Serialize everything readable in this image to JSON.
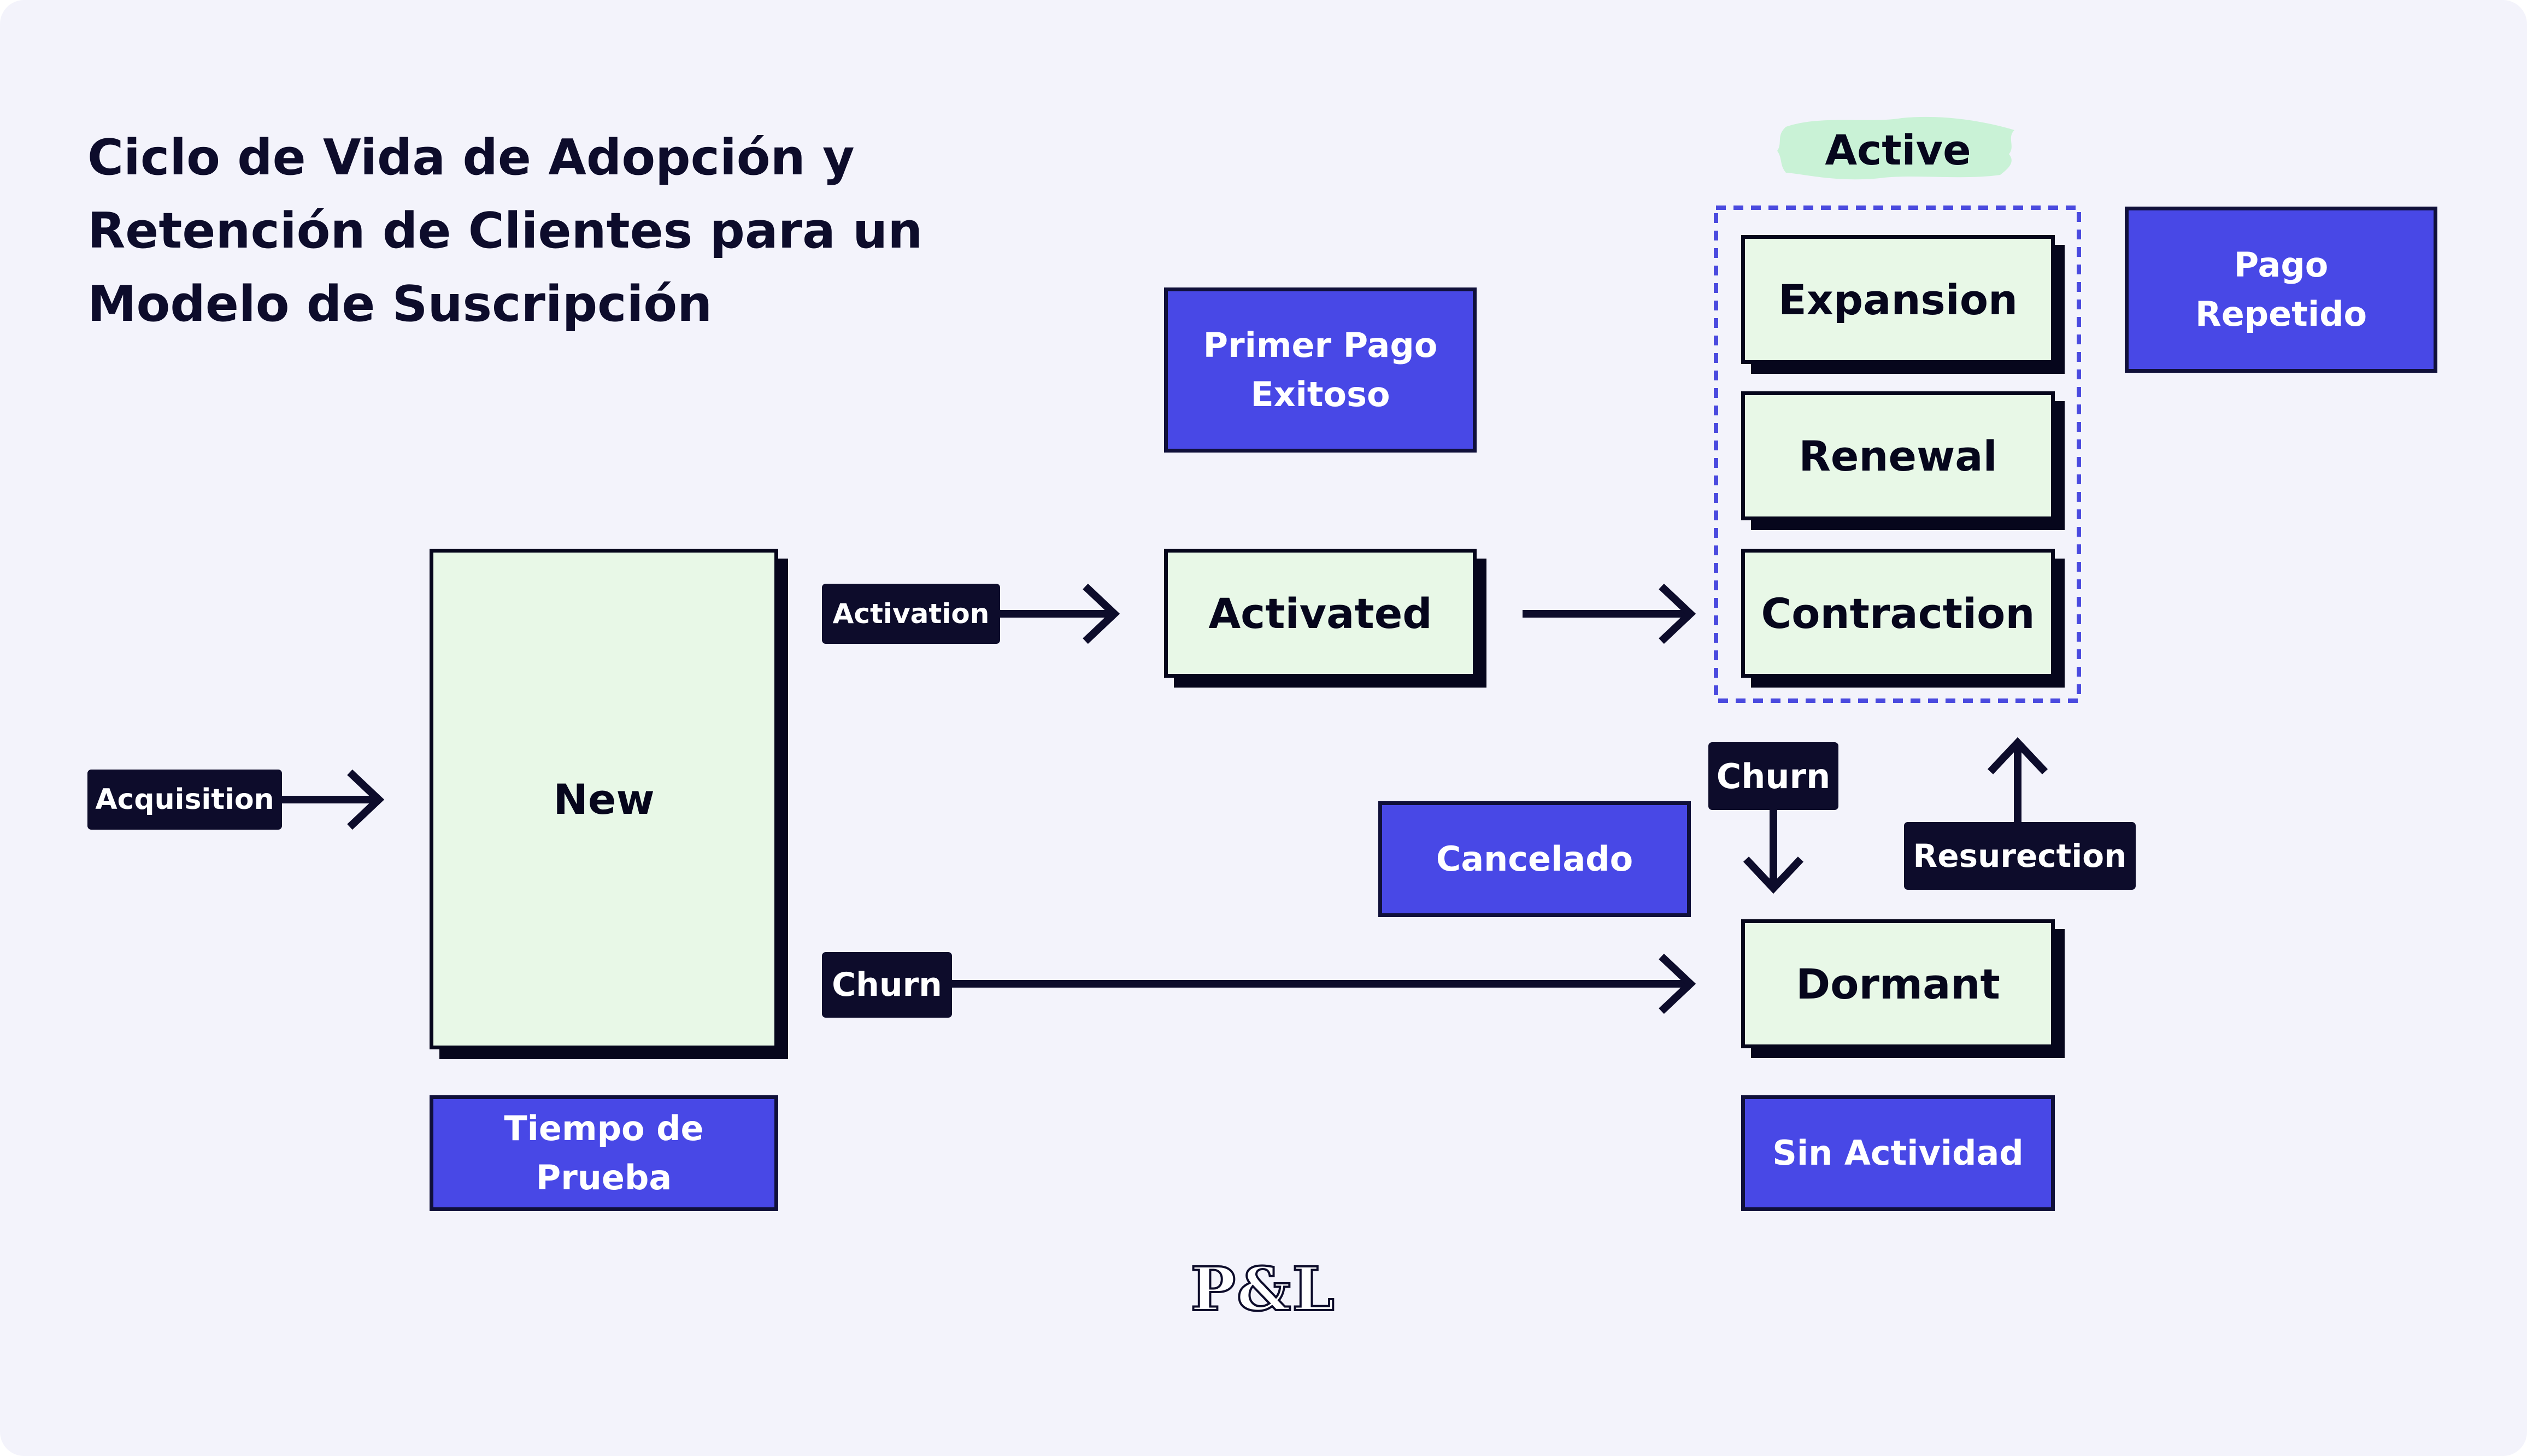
{
  "title": {
    "line1": "Ciclo de Vida de Adopción y",
    "line2": "Retención de Clientes para un",
    "line3": "Modelo de Suscripción"
  },
  "group": {
    "label": "Active"
  },
  "stages": {
    "new": "New",
    "activated": "Activated",
    "expansion": "Expansion",
    "renewal": "Renewal",
    "contraction": "Contraction",
    "dormant": "Dormant"
  },
  "notes": {
    "primer_pago_line1": "Primer Pago",
    "primer_pago_line2": "Exitoso",
    "pago_repetido_line1": "Pago",
    "pago_repetido_line2": "Repetido",
    "cancelado": "Cancelado",
    "tiempo_de_prueba": "Tiempo de Prueba",
    "sin_actividad": "Sin Actividad"
  },
  "transitions": {
    "acquisition": "Acquisition",
    "activation": "Activation",
    "churn_from_new": "Churn",
    "churn_from_active": "Churn",
    "resurection": "Resurection"
  },
  "logo": "P&L",
  "colors": {
    "background": "#f3f3fb",
    "stage_fill": "#e8f8e7",
    "note_fill": "#4848e6",
    "ink": "#06061c",
    "active_highlight": "#c9f2d6",
    "group_border": "#4a4adf"
  }
}
